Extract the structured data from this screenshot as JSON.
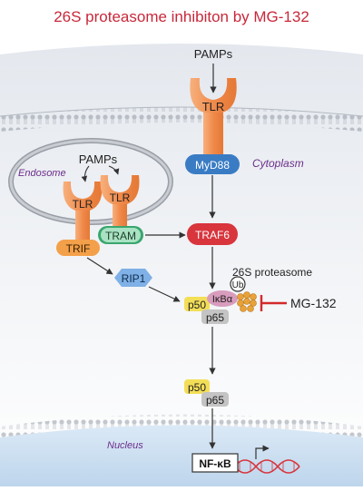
{
  "title": "26S proteasome inhibiton by MG-132",
  "labels": {
    "pamps_top": "PAMPs",
    "tlr": "TLR",
    "myd88": "MyD88",
    "cytoplasm": "Cytoplasm",
    "endosome": "Endosome",
    "pamps_endo": "PAMPs",
    "tlr_endo_left": "TLR",
    "tlr_endo_right": "TLR",
    "tram": "TRAM",
    "trif": "TRIF",
    "traf6": "TRAF6",
    "rip1": "RIP1",
    "proteasome": "26S proteasome",
    "ub": "Ub",
    "ikba": "IκBα",
    "p50": "p50",
    "p65": "p65",
    "mg132": "MG-132",
    "p50_nuc": "p50",
    "p65_nuc": "p65",
    "nucleus": "Nucleus",
    "nfkb": "NF-κB"
  },
  "colors": {
    "title": "#c8283a",
    "italic_label": "#6b2d8a",
    "tlr_orange": "#f08a4b",
    "myd88_blue": "#3a7cc4",
    "traf6_red": "#d8353d",
    "tram_green": "#3aa66e",
    "trif_orange": "#f3a04a",
    "rip1_blue": "#7fb0e6",
    "p50_yellow": "#f3de58",
    "p65_gray": "#c4c4c4",
    "ikba_pink": "#d89cbd",
    "inhibit_red": "#d42a2a",
    "proteasome_orange": "#e8a23a",
    "nucleus_blue": "#cfe1f3"
  }
}
